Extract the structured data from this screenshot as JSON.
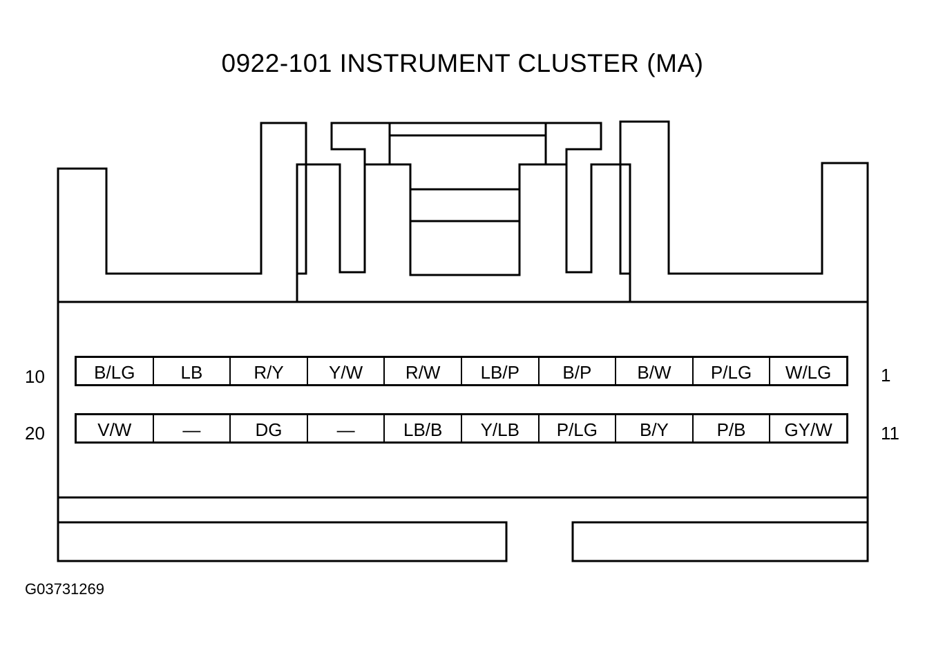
{
  "title": "0922-101 INSTRUMENT CLUSTER (MA)",
  "figure_id": "G03731269",
  "pin_numbers": {
    "top_left": "10",
    "top_right": "1",
    "bottom_left": "20",
    "bottom_right": "11"
  },
  "rows": {
    "top": [
      "B/LG",
      "LB",
      "R/Y",
      "Y/W",
      "R/W",
      "LB/P",
      "B/P",
      "B/W",
      "P/LG",
      "W/LG"
    ],
    "bottom": [
      "V/W",
      "—",
      "DG",
      "—",
      "LB/B",
      "Y/LB",
      "P/LG",
      "B/Y",
      "P/B",
      "GY/W"
    ]
  }
}
